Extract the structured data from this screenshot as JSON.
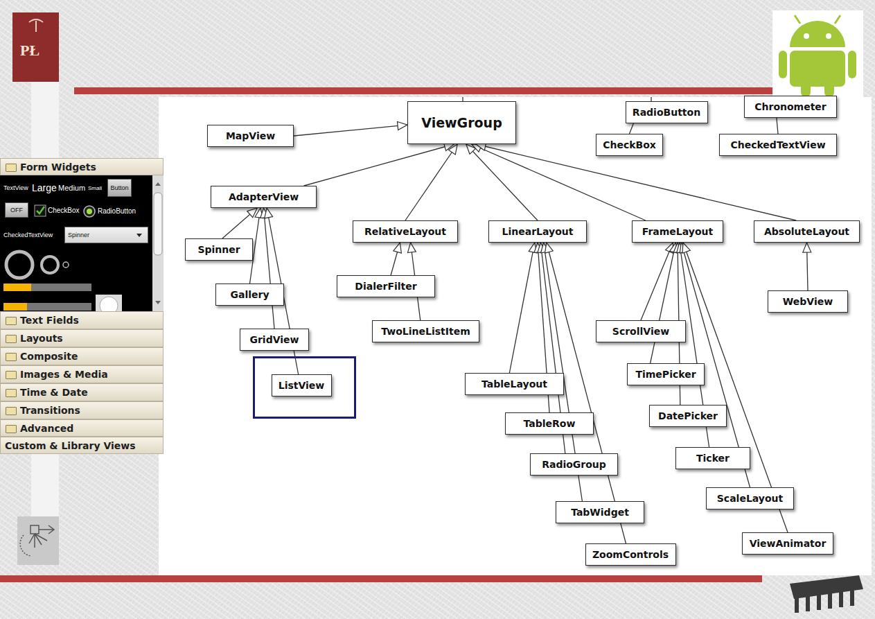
{
  "diagram": {
    "nodes": [
      {
        "text": [
          "ViewGroup"
        ]
      },
      {
        "text": [
          "MapView"
        ]
      },
      {
        "text": [
          "AdapterView"
        ]
      },
      {
        "text": [
          "Spinner"
        ]
      },
      {
        "text": [
          "Gallery"
        ]
      },
      {
        "text": [
          "GridView"
        ]
      },
      {
        "text": [
          "ListView"
        ]
      },
      {
        "text": [
          "RelativeLayout"
        ]
      },
      {
        "text": [
          "DialerFilter"
        ]
      },
      {
        "text": [
          "TwoLineListItem"
        ]
      },
      {
        "text": [
          "LinearLayout"
        ]
      },
      {
        "text": [
          "TableLayout"
        ]
      },
      {
        "text": [
          "TableRow"
        ]
      },
      {
        "text": [
          "RadioGroup"
        ]
      },
      {
        "text": [
          "TabWidget"
        ]
      },
      {
        "text": [
          "ZoomControls"
        ]
      },
      {
        "text": [
          "FrameLayout"
        ]
      },
      {
        "text": [
          "ScrollView"
        ]
      },
      {
        "text": [
          "TimePicker"
        ]
      },
      {
        "text": [
          "DatePicker"
        ]
      },
      {
        "text": [
          "Ticker"
        ]
      },
      {
        "text": [
          "ScaleLayout"
        ]
      },
      {
        "text": [
          "ViewAnimator"
        ]
      },
      {
        "text": [
          "AbsoluteLayout"
        ]
      },
      {
        "text": [
          "WebView"
        ]
      },
      {
        "text": [
          "RadioButton"
        ]
      },
      {
        "text": [
          "CheckBox"
        ]
      },
      {
        "text": [
          "Chronometer"
        ]
      },
      {
        "text": [
          "CheckedTextView"
        ]
      },
      {
        "text": [
          "Form Widgets"
        ]
      },
      {
        "text": [
          "Button"
        ]
      },
      {
        "text": [
          "OFF"
        ]
      },
      {
        "text": [
          "Spinner"
        ]
      },
      {
        "text": [
          "Text Fields"
        ]
      },
      {
        "text": [
          "Layouts"
        ]
      },
      {
        "text": [
          "Composite"
        ]
      },
      {
        "text": [
          "Images & Media"
        ]
      },
      {
        "text": [
          "Time & Date"
        ]
      },
      {
        "text": [
          "Transitions"
        ]
      },
      {
        "text": [
          "Advanced"
        ]
      },
      {
        "text": [
          "Custom & Library Views"
        ]
      }
    ],
    "edges": [
      {
        "from": 1,
        "to": 0,
        "arrow": "to"
      },
      {
        "from": 2,
        "to": 0,
        "arrow": "to"
      },
      {
        "from": 7,
        "to": 0,
        "arrow": "to"
      },
      {
        "from": 10,
        "to": 0,
        "arrow": "to"
      },
      {
        "from": 16,
        "to": 0,
        "arrow": "to"
      },
      {
        "from": 23,
        "to": 0,
        "arrow": "to"
      },
      {
        "from": 3,
        "to": 2,
        "arrow": "to"
      },
      {
        "from": 4,
        "to": 2,
        "arrow": "to"
      },
      {
        "from": 5,
        "to": 2,
        "arrow": "to"
      },
      {
        "from": 6,
        "to": 2,
        "arrow": "to"
      },
      {
        "from": 8,
        "to": 7,
        "arrow": "to"
      },
      {
        "from": 9,
        "to": 7,
        "arrow": "to"
      },
      {
        "from": 11,
        "to": 10,
        "arrow": "to"
      },
      {
        "from": 12,
        "to": 10,
        "arrow": "to"
      },
      {
        "from": 13,
        "to": 10,
        "arrow": "to"
      },
      {
        "from": 14,
        "to": 10,
        "arrow": "to"
      },
      {
        "from": 15,
        "to": 10,
        "arrow": "to"
      },
      {
        "from": 17,
        "to": 16,
        "arrow": "to"
      },
      {
        "from": 18,
        "to": 16,
        "arrow": "to"
      },
      {
        "from": 19,
        "to": 16,
        "arrow": "to"
      },
      {
        "from": 20,
        "to": 16,
        "arrow": "to"
      },
      {
        "from": 21,
        "to": 16,
        "arrow": "to"
      },
      {
        "from": 22,
        "to": 16,
        "arrow": "to"
      },
      {
        "from": 24,
        "to": 23,
        "arrow": "to"
      },
      {
        "from": 26,
        "to": 25,
        "arrow": "none"
      },
      {
        "from": 28,
        "to": 27,
        "arrow": "none"
      }
    ],
    "labels": [
      "PŁ",
      "TextView",
      "Large",
      "Medium",
      "Small",
      "CheckBox",
      "RadioButton",
      "CheckedTextView"
    ]
  }
}
